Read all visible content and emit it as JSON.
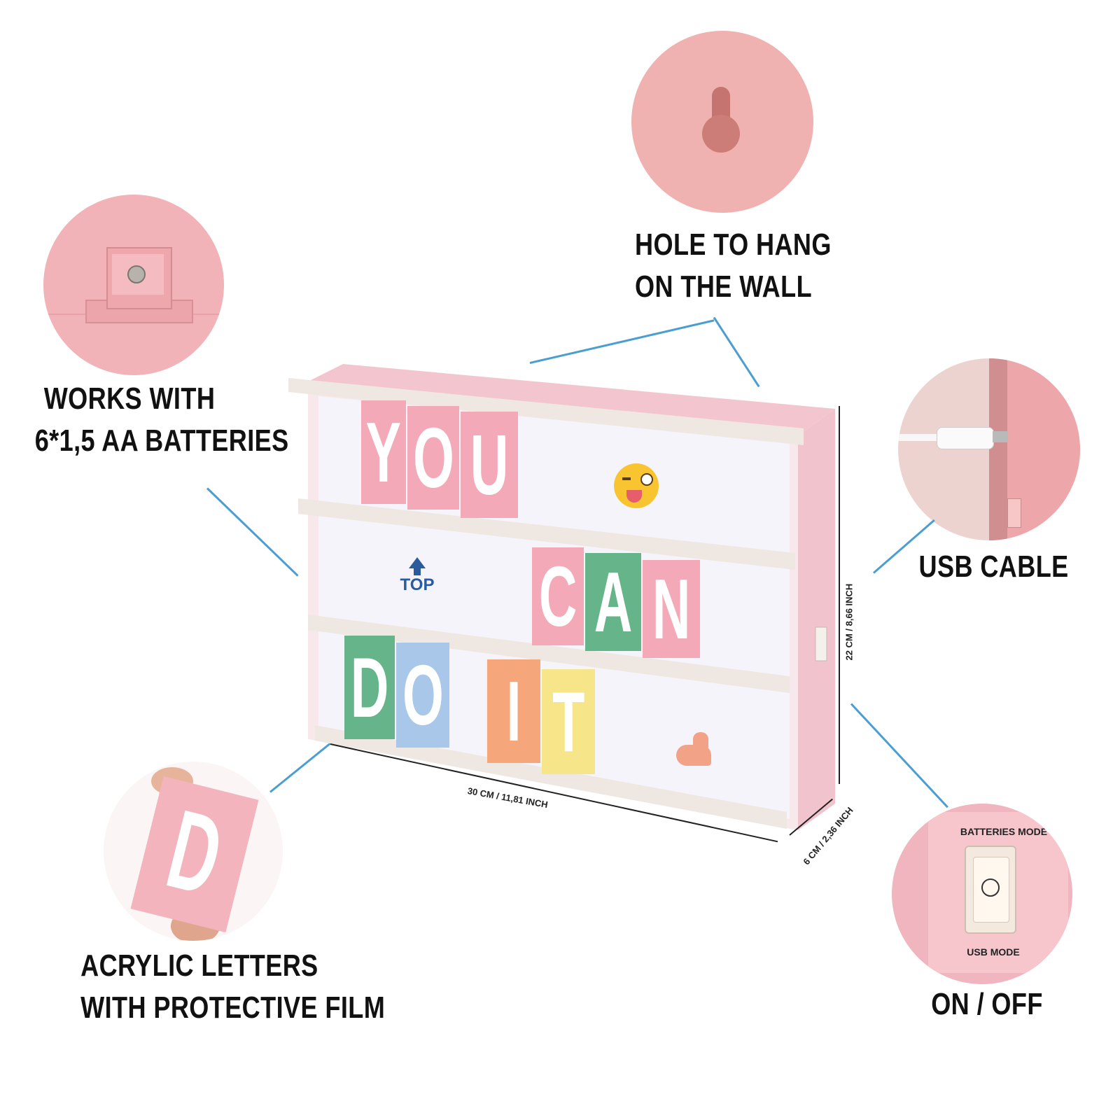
{
  "features": {
    "hole": {
      "line1": "HOLE TO HANG",
      "line2": "ON THE WALL"
    },
    "batteries": {
      "line1": "WORKS WITH",
      "line2": "6*1,5 AA BATTERIES"
    },
    "usb": {
      "line1": "USB CABLE"
    },
    "letters": {
      "line1": "ACRYLIC LETTERS",
      "line2": "WITH PROTECTIVE FILM"
    },
    "switch": {
      "line1": "ON / OFF",
      "top_mode": "BATTERIES MODE",
      "bottom_mode": "USB MODE"
    }
  },
  "dimensions": {
    "width": "30 CM / 11,81 INCH",
    "height": "22 CM / 8,66 INCH",
    "depth": "6 CM / 2,36 INCH"
  },
  "lightbox": {
    "row1": [
      "Y",
      "O",
      "U"
    ],
    "row2": [
      "C",
      "A",
      "N"
    ],
    "row3": [
      "D",
      "O",
      "I",
      "T"
    ],
    "top_card": "TOP"
  },
  "closeup_letter": "D",
  "colors": {
    "pink": "#f3a9b7",
    "green": "#66b48a",
    "blue": "#a9c8e9",
    "orange": "#f5a77b",
    "yellow": "#f7e58a",
    "leader": "#4a9ed2"
  }
}
